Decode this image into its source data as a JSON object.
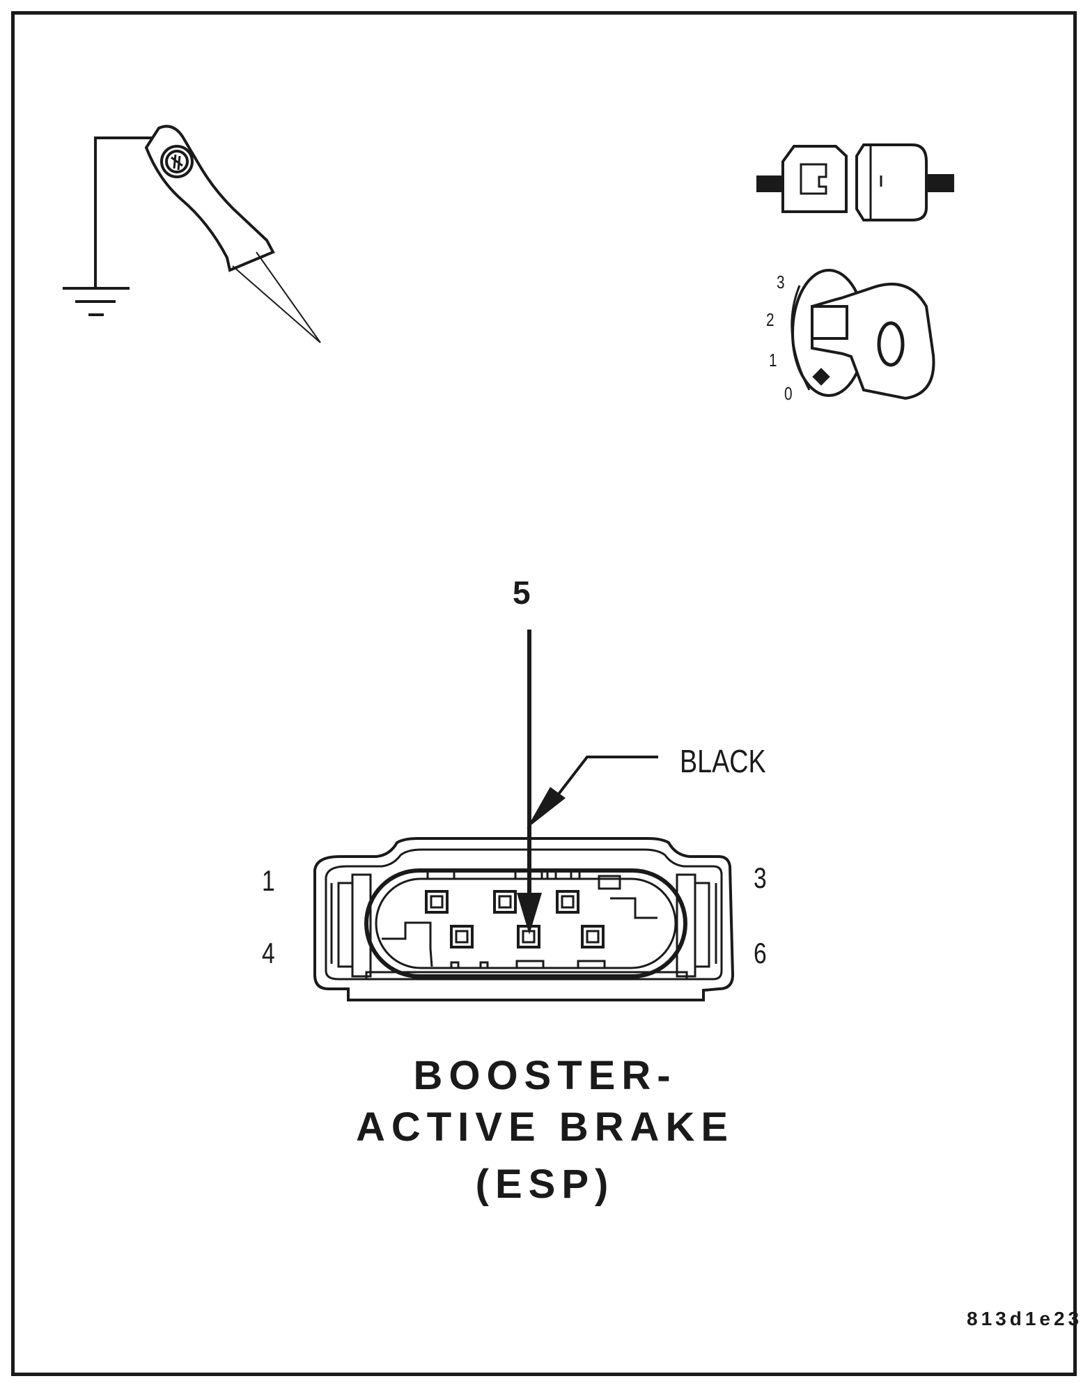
{
  "diagram": {
    "pin_callout": "5",
    "wire_color_label": "BLACK",
    "pin_numbers": {
      "top_left": "1",
      "top_right": "3",
      "bottom_left": "4",
      "bottom_right": "6"
    },
    "ignition_positions": [
      "3",
      "2",
      "1",
      "0"
    ],
    "title_lines": [
      "BOOSTER-",
      "ACTIVE BRAKE",
      "(ESP)"
    ],
    "figure_id": "813d1e23"
  },
  "icons": [
    "ground-symbol-icon",
    "test-probe-icon",
    "disconnected-connector-icon",
    "ignition-key-icon"
  ]
}
